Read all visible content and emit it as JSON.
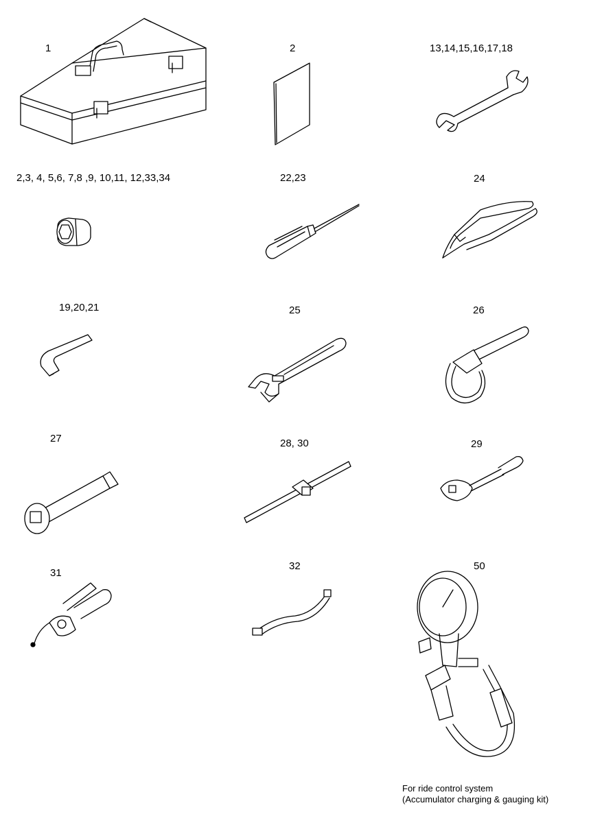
{
  "labels": {
    "toolbox": "1",
    "manual": "2",
    "wrench": "13,14,15,16,17,18",
    "socket": "2,3, 4, 5,6, 7,8 ,9, 10,11, 12,33,34",
    "screwdriver": "22,23",
    "pliers": "24",
    "hex_key": "19,20,21",
    "adjustable_wrench": "25",
    "filter_wrench": "26",
    "extension": "27",
    "tbar": "28, 30",
    "ratchet": "29",
    "grease_gun": "31",
    "hose": "32",
    "gauge_kit": "50"
  },
  "note": {
    "line1": "For ride control system",
    "line2": "(Accumulator charging & gauging kit)"
  }
}
